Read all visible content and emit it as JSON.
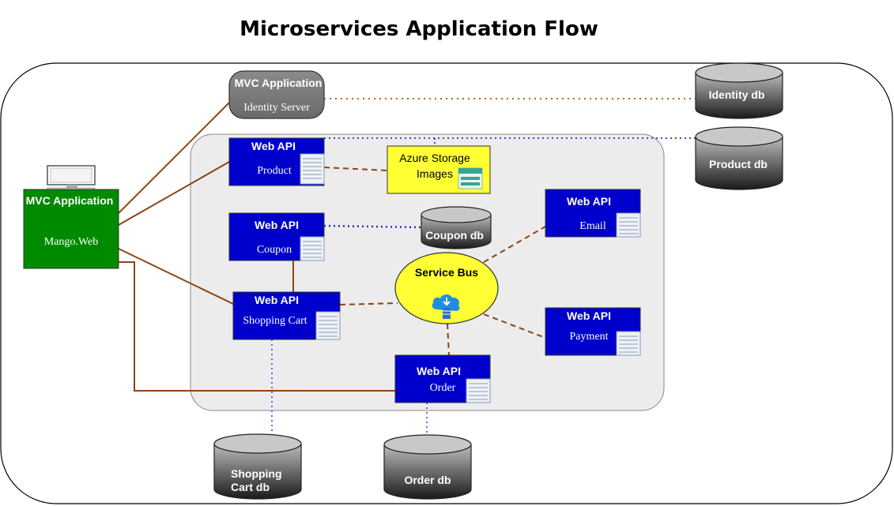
{
  "title": "Microservices Application Flow",
  "client": {
    "heading": "MVC Application",
    "name": "Mango.Web"
  },
  "identity": {
    "heading": "MVC Application",
    "name": "Identity Server"
  },
  "services": {
    "product": {
      "heading": "Web API",
      "name": "Product"
    },
    "coupon": {
      "heading": "Web API",
      "name": "Coupon"
    },
    "shopping_cart": {
      "heading": "Web API",
      "name": "Shopping Cart"
    },
    "order": {
      "heading": "Web API",
      "name": "Order"
    },
    "email": {
      "heading": "Web API",
      "name": "Email"
    },
    "payment": {
      "heading": "Web API",
      "name": "Payment"
    }
  },
  "storage": {
    "line1": "Azure Storage",
    "line2": "Images"
  },
  "service_bus": {
    "label": "Service Bus"
  },
  "databases": {
    "identity": "Identity db",
    "product": "Product db",
    "coupon": "Coupon db",
    "shopping_cart_line1": "Shopping",
    "shopping_cart_line2": "Cart db",
    "order": "Order db"
  },
  "colors": {
    "service_box": "#0000cc",
    "client_box": "#008a00",
    "identity_box": "#808080",
    "storage_box": "#ffff33",
    "service_bus": "#ffff33",
    "solid_connector": "#8b4513",
    "dashed_connector": "#8b4513",
    "dotted_db_connector": "#4444dd",
    "dotted_identity_connector": "#b5651d"
  },
  "icons": {
    "server": "server-rack-icon",
    "monitor": "monitor-icon",
    "storage": "storage-table-icon",
    "bus": "cloud-download-icon"
  }
}
